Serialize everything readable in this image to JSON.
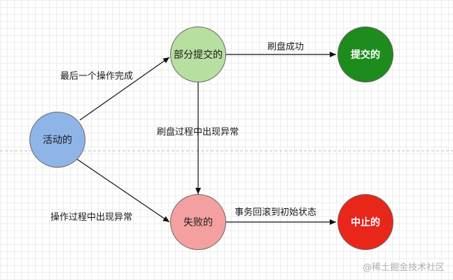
{
  "nodes": {
    "active": {
      "label": "活动的",
      "fill": "#8fb5e8"
    },
    "partially_committed": {
      "label": "部分提交的",
      "fill": "#b6dfa0"
    },
    "committed": {
      "label": "提交的",
      "fill": "#1e8b1e"
    },
    "failed": {
      "label": "失败的",
      "fill": "#f4a0a0"
    },
    "aborted": {
      "label": "中止的",
      "fill": "#e8261a"
    }
  },
  "edges": {
    "active_to_partial": "最后一个操作完成",
    "partial_to_committed": "刷盘成功",
    "partial_to_failed": "刷盘过程中出现异常",
    "active_to_failed": "操作过程中出现异常",
    "failed_to_aborted": "事务回滚到初始状态"
  },
  "watermark": "@稀土掘金技术社区"
}
